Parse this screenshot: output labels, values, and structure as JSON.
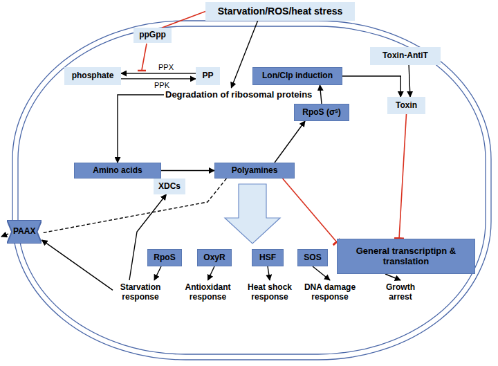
{
  "diagram": {
    "nodes": [
      {
        "text": [
          "Starvation/ROS/heat stress"
        ]
      },
      {
        "text": [
          "ppGpp"
        ]
      },
      {
        "text": [
          "phosphate"
        ]
      },
      {
        "text": [
          "PP"
        ]
      },
      {
        "text": [
          "Lon/Clp induction"
        ]
      },
      {
        "text": [
          "Toxin-AntiT"
        ]
      },
      {
        "text": [
          "Toxin"
        ]
      },
      {
        "text": [
          "Degradation of ribosomal proteins"
        ]
      },
      {
        "text": [
          "RpoS (σˢ)"
        ]
      },
      {
        "text": [
          "Amino acids"
        ]
      },
      {
        "text": [
          "XDCs"
        ]
      },
      {
        "text": [
          "Polyamines"
        ]
      },
      {
        "text": [
          "PAAX"
        ]
      },
      {
        "text": [
          "RpoS"
        ]
      },
      {
        "text": [
          "OxyR"
        ]
      },
      {
        "text": [
          "HSF"
        ]
      },
      {
        "text": [
          "SOS"
        ]
      },
      {
        "text": [
          "General transcriptipn & translation"
        ]
      },
      {
        "text": [
          "Starvation response"
        ]
      },
      {
        "text": [
          "Antioxidant response"
        ]
      },
      {
        "text": [
          "Heat shock response"
        ]
      },
      {
        "text": [
          "DNA damage response"
        ]
      },
      {
        "text": [
          "Growth arrest"
        ]
      }
    ],
    "edges": [
      {
        "from": 0,
        "to": 1,
        "arrow": "none"
      },
      {
        "from": 3,
        "to": 2,
        "label": "PPX",
        "arrow": "to"
      },
      {
        "from": 2,
        "to": 3,
        "label": "PPK",
        "arrow": "to"
      },
      {
        "from": 0,
        "to": 7,
        "arrow": "to"
      },
      {
        "from": 7,
        "to": 9,
        "arrow": "to"
      },
      {
        "from": 9,
        "to": 11,
        "arrow": "to"
      },
      {
        "from": 11,
        "to": 8,
        "arrow": "to"
      },
      {
        "from": 8,
        "to": 4,
        "arrow": "to"
      },
      {
        "from": 4,
        "to": 6,
        "arrow": "to"
      },
      {
        "from": 5,
        "to": 6,
        "arrow": "to"
      },
      {
        "from": 6,
        "to": 17,
        "arrow": "to"
      },
      {
        "from": 11,
        "to": 17,
        "arrow": "to"
      },
      {
        "from": 11,
        "to": 12,
        "arrow": "none"
      },
      {
        "from": 18,
        "to": 12,
        "arrow": "to"
      },
      {
        "from": 18,
        "to": 10,
        "arrow": "to"
      },
      {
        "from": 13,
        "to": 18,
        "arrow": "to"
      },
      {
        "from": 14,
        "to": 19,
        "arrow": "to"
      },
      {
        "from": 15,
        "to": 20,
        "arrow": "to"
      },
      {
        "from": 16,
        "to": 21,
        "arrow": "to"
      },
      {
        "from": 17,
        "to": 22,
        "arrow": "to"
      }
    ]
  }
}
